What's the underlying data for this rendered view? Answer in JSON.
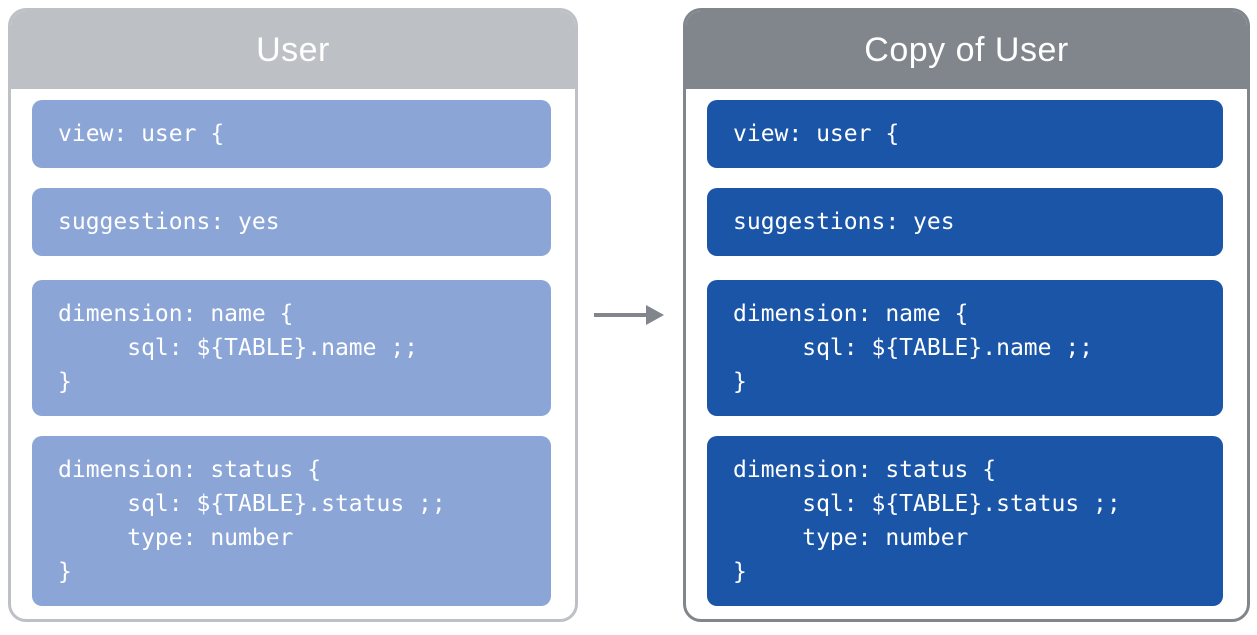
{
  "left_card": {
    "title": "User",
    "blocks": [
      {
        "lines": [
          "view: user {"
        ]
      },
      {
        "lines": [
          "suggestions: yes"
        ]
      },
      {
        "lines": [
          "dimension: name {",
          "     sql: ${TABLE}.name ;;",
          "}"
        ]
      },
      {
        "lines": [
          "dimension: status {",
          "     sql: ${TABLE}.status ;;",
          "     type: number",
          "}"
        ]
      }
    ]
  },
  "right_card": {
    "title": "Copy of User",
    "blocks": [
      {
        "lines": [
          "view: user {"
        ]
      },
      {
        "lines": [
          "suggestions: yes"
        ]
      },
      {
        "lines": [
          "dimension: name {",
          "     sql: ${TABLE}.name ;;",
          "}"
        ]
      },
      {
        "lines": [
          "dimension: status {",
          "     sql: ${TABLE}.status ;;",
          "     type: number",
          "}"
        ]
      }
    ]
  },
  "arrow": {
    "direction": "right"
  },
  "colors": {
    "background": "#ffffff",
    "left_header": "#bdc1c6",
    "left_border": "#bdc1c6",
    "left_block": "#8ba5d7",
    "right_header": "#80868b",
    "right_border": "#80868b",
    "right_block": "#1a55a8",
    "code_text": "#ffffff",
    "header_text": "#ffffff",
    "arrow": "#80868b"
  }
}
